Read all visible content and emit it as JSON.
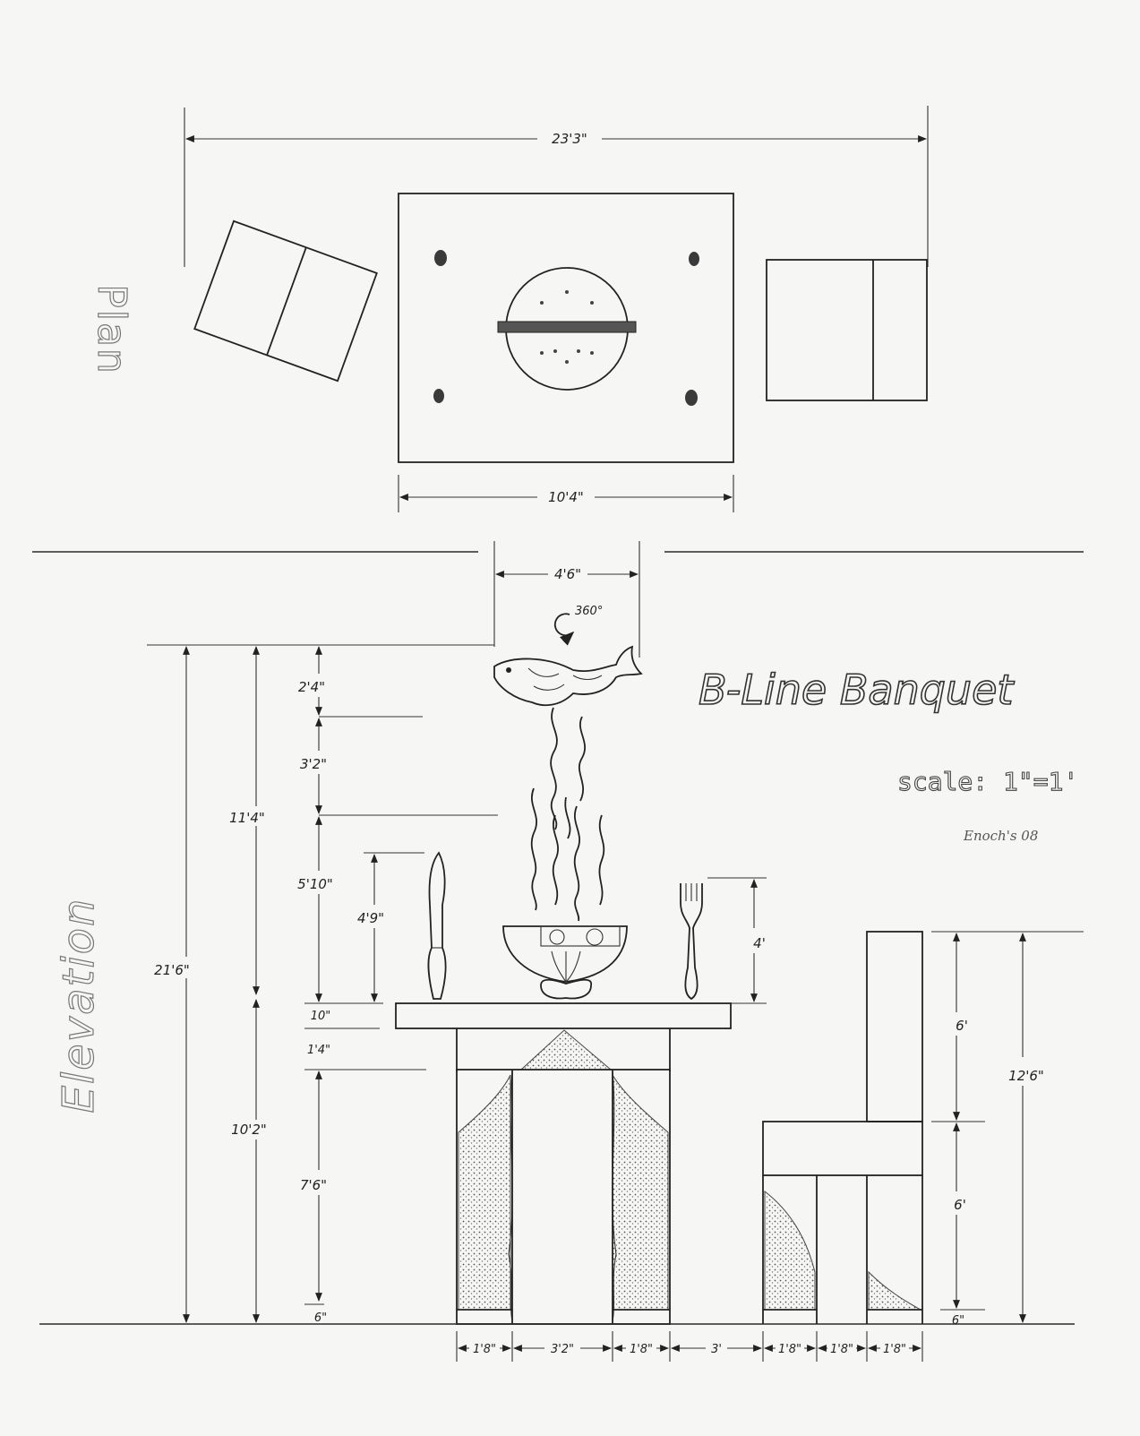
{
  "drawing": {
    "title": "B-Line Banquet",
    "scale": "scale: 1\"=1'",
    "signature": "Enoch's 08"
  },
  "views": {
    "plan_label": "Plan",
    "elevation_label": "Elevation"
  },
  "dimensions": {
    "plan_overall_width": "23'3\"",
    "plan_table_width": "10'4\"",
    "centerpiece_width": "4'6\"",
    "rotation": "360°",
    "total_height": "21'6\"",
    "above_table_height": "11'4\"",
    "table_height": "10'2\"",
    "fish_height": "2'4\"",
    "upper_stem_height": "3'2\"",
    "lower_stem_height": "5'10\"",
    "knife_height": "4'9\"",
    "fork_height": "4'",
    "tabletop_thickness": "10\"",
    "apron_height": "1'4\"",
    "leg_height": "7'6\"",
    "foot_height": "6\"",
    "chair_height": "12'6\"",
    "chair_back_height": "6'",
    "chair_seat_height": "6'",
    "chair_foot_height": "6\"",
    "base_leg1": "1'8\"",
    "base_gap1": "3'2\"",
    "base_leg2": "1'8\"",
    "base_gap2": "3'",
    "base_chair1": "1'8\"",
    "base_chair2": "1'8\"",
    "base_chair3": "1'8\""
  }
}
